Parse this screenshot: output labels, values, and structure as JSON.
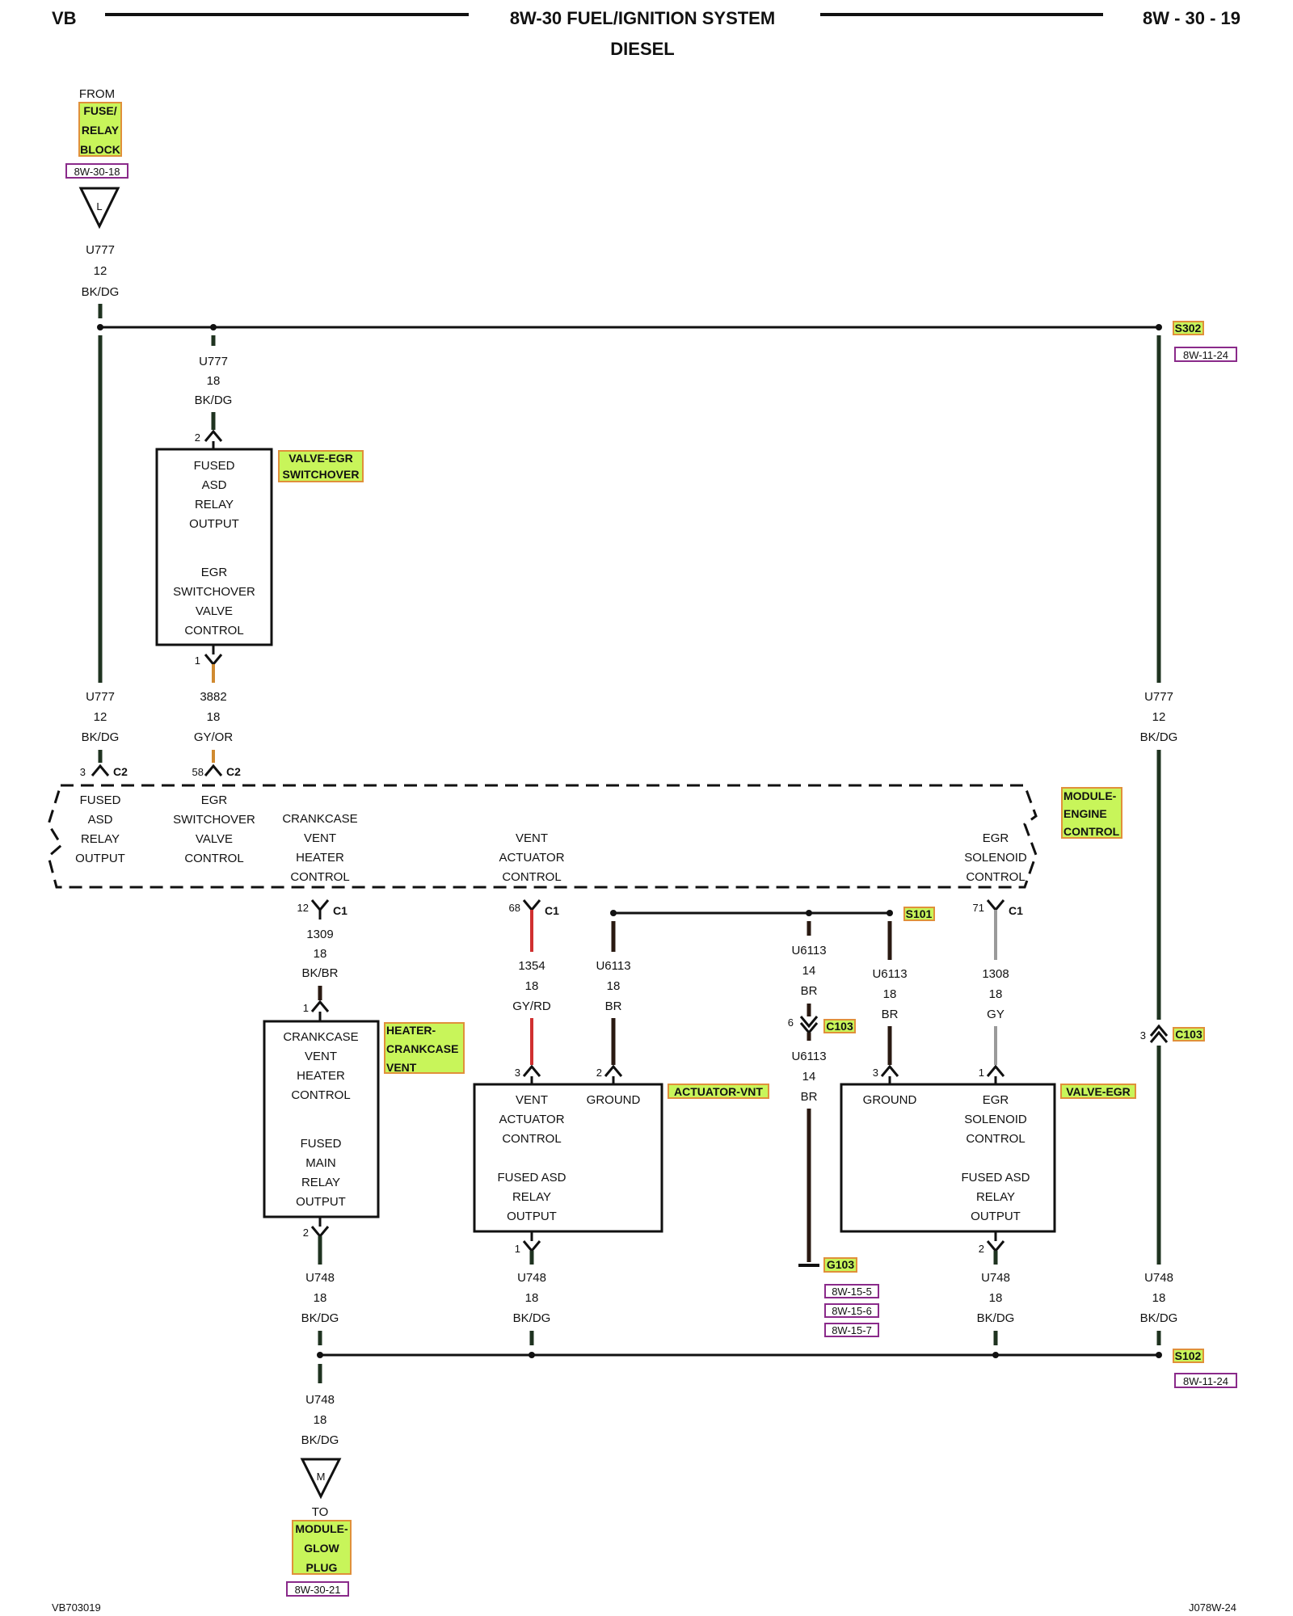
{
  "header": {
    "left": "VB",
    "title": "8W-30 FUEL/IGNITION SYSTEM",
    "subtitle": "DIESEL",
    "page": "8W - 30 - 19"
  },
  "footer": {
    "left": "VB703019",
    "right": "J078W-24"
  },
  "source_top": {
    "from": "FROM",
    "name_lines": [
      "FUSE/",
      "RELAY",
      "BLOCK"
    ],
    "ref": "8W-30-18",
    "connector": "L"
  },
  "dest_bottom": {
    "to": "TO",
    "name_lines": [
      "MODULE-",
      "GLOW",
      "PLUG"
    ],
    "ref": "8W-30-21",
    "connector": "M"
  },
  "splices": {
    "s302": {
      "name": "S302",
      "ref": "8W-11-24"
    },
    "s102": {
      "name": "S102",
      "ref": "8W-11-24"
    },
    "s101": {
      "name": "S101"
    }
  },
  "ground": {
    "name": "G103",
    "refs": [
      "8W-15-5",
      "8W-15-6",
      "8W-15-7"
    ]
  },
  "wires": {
    "u777_top": [
      "U777",
      "12",
      "BK/DG"
    ],
    "u777_egr_in": [
      "U777",
      "18",
      "BK/DG"
    ],
    "u777_left": [
      "U777",
      "12",
      "BK/DG"
    ],
    "w3882": [
      "3882",
      "18",
      "GY/OR"
    ],
    "u777_right": [
      "U777",
      "12",
      "BK/DG"
    ],
    "w1309": [
      "1309",
      "18",
      "BK/BR"
    ],
    "w1354": [
      "1354",
      "18",
      "GY/RD"
    ],
    "u6113_a": [
      "U6113",
      "18",
      "BR"
    ],
    "u6113_b": [
      "U6113",
      "14",
      "BR"
    ],
    "u6113_c": [
      "U6113",
      "18",
      "BR"
    ],
    "w1308": [
      "1308",
      "18",
      "GY"
    ],
    "u6113_d": [
      "U6113",
      "14",
      "BR"
    ],
    "u748_a": [
      "U748",
      "18",
      "BK/DG"
    ],
    "u748_b": [
      "U748",
      "18",
      "BK/DG"
    ],
    "u748_c": [
      "U748",
      "18",
      "BK/DG"
    ],
    "u748_d": [
      "U748",
      "18",
      "BK/DG"
    ],
    "u748_down": [
      "U748",
      "18",
      "BK/DG"
    ]
  },
  "components": {
    "valve_egr_switchover": {
      "name_lines": [
        "VALVE-EGR",
        "SWITCHOVER"
      ],
      "lines": [
        "FUSED",
        "ASD",
        "RELAY",
        "OUTPUT",
        "",
        "EGR",
        "SWITCHOVER",
        "VALVE",
        "CONTROL"
      ],
      "pin_top": "2",
      "pin_bottom": "1"
    },
    "module_engine_control": {
      "name_lines": [
        "MODULE-",
        "ENGINE",
        "CONTROL"
      ],
      "col1": [
        "FUSED",
        "ASD",
        "RELAY",
        "OUTPUT"
      ],
      "col2": [
        "EGR",
        "SWITCHOVER",
        "VALVE",
        "CONTROL"
      ],
      "col3": [
        "CRANKCASE",
        "VENT",
        "HEATER",
        "CONTROL"
      ],
      "col4": [
        "VENT",
        "ACTUATOR",
        "CONTROL"
      ],
      "col5": [
        "EGR",
        "SOLENOID",
        "CONTROL"
      ],
      "pins": {
        "p3": {
          "num": "3",
          "conn": "C2"
        },
        "p58": {
          "num": "58",
          "conn": "C2"
        },
        "p12": {
          "num": "12",
          "conn": "C1"
        },
        "p68": {
          "num": "68",
          "conn": "C1"
        },
        "p71": {
          "num": "71",
          "conn": "C1"
        }
      }
    },
    "heater_crankcase_vent": {
      "name_lines": [
        "HEATER-",
        "CRANKCASE",
        "VENT"
      ],
      "lines": [
        "CRANKCASE",
        "VENT",
        "HEATER",
        "CONTROL",
        "",
        "FUSED",
        "MAIN",
        "RELAY",
        "OUTPUT"
      ],
      "pin_top": "1",
      "pin_bottom": "2"
    },
    "actuator_vnt": {
      "name": "ACTUATOR-VNT",
      "left_lines": [
        "VENT",
        "ACTUATOR",
        "CONTROL",
        "",
        "FUSED ASD",
        "RELAY",
        "OUTPUT"
      ],
      "right_label": "GROUND",
      "pin_3": "3",
      "pin_2": "2",
      "pin_1": "1"
    },
    "valve_egr": {
      "name": "VALVE-EGR",
      "left_label": "GROUND",
      "right_lines": [
        "EGR",
        "SOLENOID",
        "CONTROL",
        "",
        "FUSED ASD",
        "RELAY",
        "OUTPUT"
      ],
      "pin_3": "3",
      "pin_1": "1",
      "pin_2": "2"
    }
  },
  "connectors": {
    "c103_mid": {
      "pin": "6",
      "name": "C103"
    },
    "c103_right": {
      "pin": "3",
      "name": "C103"
    }
  },
  "colors": {
    "highlight_fill": "#c8f55a",
    "highlight_border": "#e0903a",
    "ref_border": "#8a2a8a",
    "wire_red": "#d03030",
    "wire_orange": "#d08a30",
    "wire_gray": "#9a9a9a"
  }
}
